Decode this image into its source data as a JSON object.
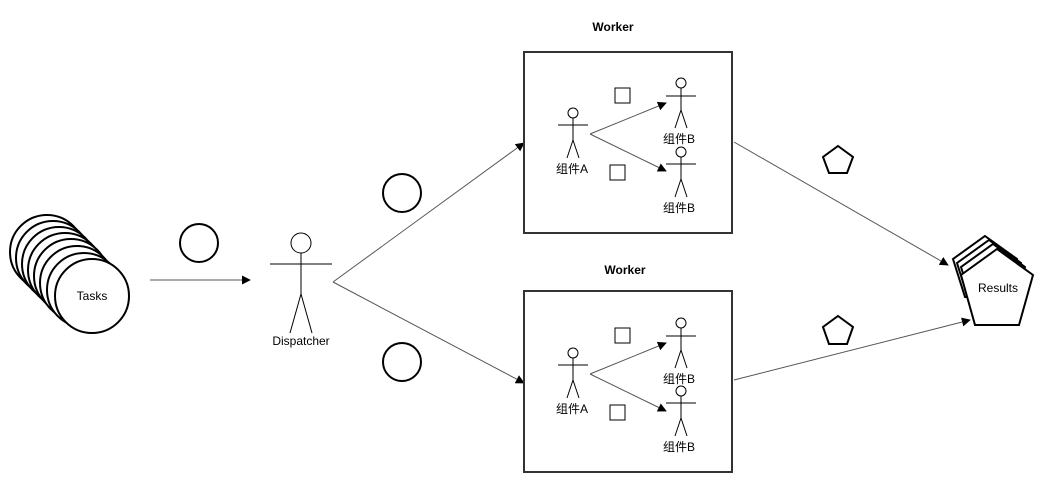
{
  "tasks": {
    "label": "Tasks"
  },
  "dispatcher": {
    "label": "Dispatcher"
  },
  "results": {
    "label": "Results"
  },
  "workers": [
    {
      "title": "Worker",
      "component_a": "组件A",
      "component_b_top": "组件B",
      "component_b_bottom": "组件B"
    },
    {
      "title": "Worker",
      "component_a": "组件A",
      "component_b_top": "组件B",
      "component_b_bottom": "组件B"
    }
  ]
}
